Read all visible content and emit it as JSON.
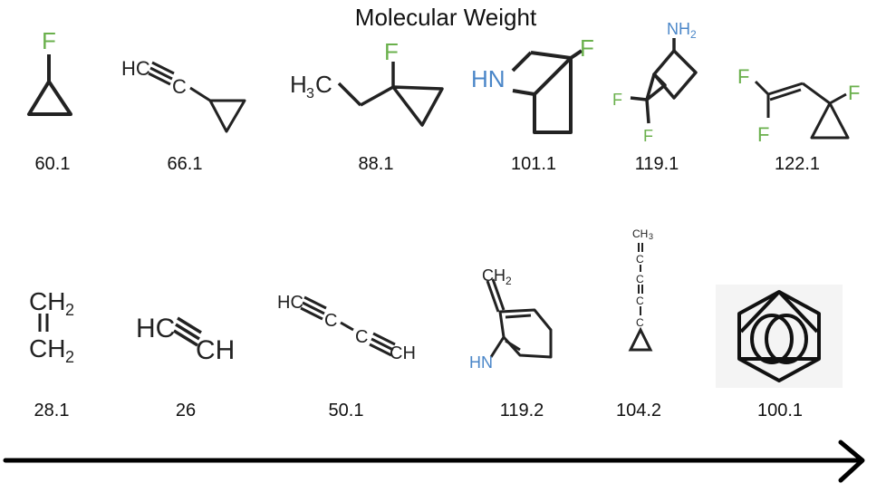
{
  "title": "Molecular Weight",
  "colors": {
    "fluorine": "#6ab04c",
    "nitrogen": "#4a86c8",
    "bond": "#222222"
  },
  "row1": [
    {
      "name": "fluorocyclopropane",
      "weight": "60.1",
      "atoms": [
        "F"
      ]
    },
    {
      "name": "ethynylcyclopropane",
      "weight": "66.1",
      "atoms": [
        "HC",
        "C"
      ]
    },
    {
      "name": "ethyl-fluorocyclopropane",
      "weight": "88.1",
      "atoms": [
        "H",
        "3",
        "C",
        "F"
      ]
    },
    {
      "name": "azabicyclic-fluoride",
      "weight": "101.1",
      "atoms": [
        "HN",
        "F"
      ]
    },
    {
      "name": "difluoro-bicyclic-amine",
      "weight": "119.1",
      "atoms": [
        "NH",
        "2",
        "F",
        "F"
      ]
    },
    {
      "name": "difluorovinyl-fluorocyclopropane",
      "weight": "122.1",
      "atoms": [
        "F",
        "F",
        "F"
      ]
    }
  ],
  "row2": [
    {
      "name": "ethylene",
      "weight": "28.1",
      "atoms": [
        "CH",
        "2",
        "CH",
        "2"
      ]
    },
    {
      "name": "acetylene",
      "weight": "26",
      "atoms": [
        "HC",
        "CH"
      ]
    },
    {
      "name": "butadiyne",
      "weight": "50.1",
      "atoms": [
        "HC",
        "C",
        "C",
        "CH"
      ]
    },
    {
      "name": "vinyl-imine",
      "weight": "119.2",
      "atoms": [
        "CH",
        "2",
        "HN"
      ]
    },
    {
      "name": "cyclopropyl-polyyne",
      "weight": "104.2",
      "atoms": [
        "CH",
        "3",
        "C",
        "C",
        "C",
        "C"
      ]
    },
    {
      "name": "benzene-ring-structure",
      "weight": "100.1",
      "atoms": []
    }
  ]
}
